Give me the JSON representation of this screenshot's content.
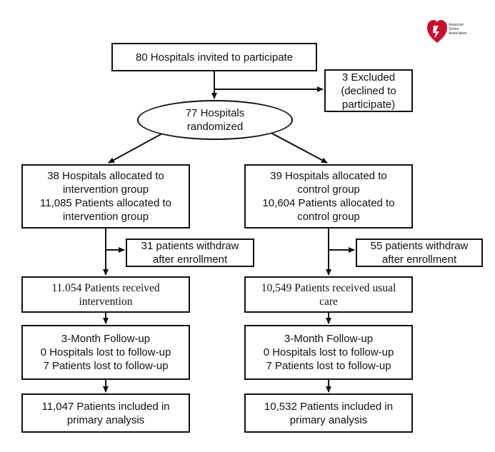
{
  "logo": {
    "name": "american-heart-stroke-association-logo",
    "brand_color": "#c8102e",
    "lines": [
      "American",
      "Stroke",
      "Association."
    ]
  },
  "nodes": {
    "invited": {
      "lines": [
        "80 Hospitals invited to participate"
      ]
    },
    "excluded": {
      "lines": [
        "3 Excluded",
        "(declined to",
        "participate)"
      ]
    },
    "randomized": {
      "lines": [
        "77 Hospitals",
        "randomized"
      ]
    },
    "intervention_alloc": {
      "lines": [
        "38 Hospitals allocated to",
        "intervention group",
        "11,085 Patients allocated to",
        "intervention group"
      ]
    },
    "control_alloc": {
      "lines": [
        "39 Hospitals allocated to",
        "control group",
        "10,604 Patients allocated to",
        "control group"
      ]
    },
    "intervention_withdraw": {
      "lines": [
        "31 patients withdraw",
        "after enrollment"
      ]
    },
    "control_withdraw": {
      "lines": [
        "55 patients withdraw",
        "after enrollment"
      ]
    },
    "intervention_received": {
      "lines": [
        "11.054 Patients received",
        "intervention"
      ]
    },
    "control_received": {
      "lines": [
        "10,549 Patients received usual",
        "care"
      ]
    },
    "intervention_followup": {
      "lines": [
        "3-Month Follow-up",
        "0 Hospitals lost to follow-up",
        "7 Patients lost to follow-up"
      ]
    },
    "control_followup": {
      "lines": [
        "3-Month Follow-up",
        "0 Hospitals lost to follow-up",
        "7 Patients lost to follow-up"
      ]
    },
    "intervention_analysis": {
      "lines": [
        "11,047 Patients included in",
        "primary analysis"
      ]
    },
    "control_analysis": {
      "lines": [
        "10,532 Patients included in",
        "primary analysis"
      ]
    }
  }
}
